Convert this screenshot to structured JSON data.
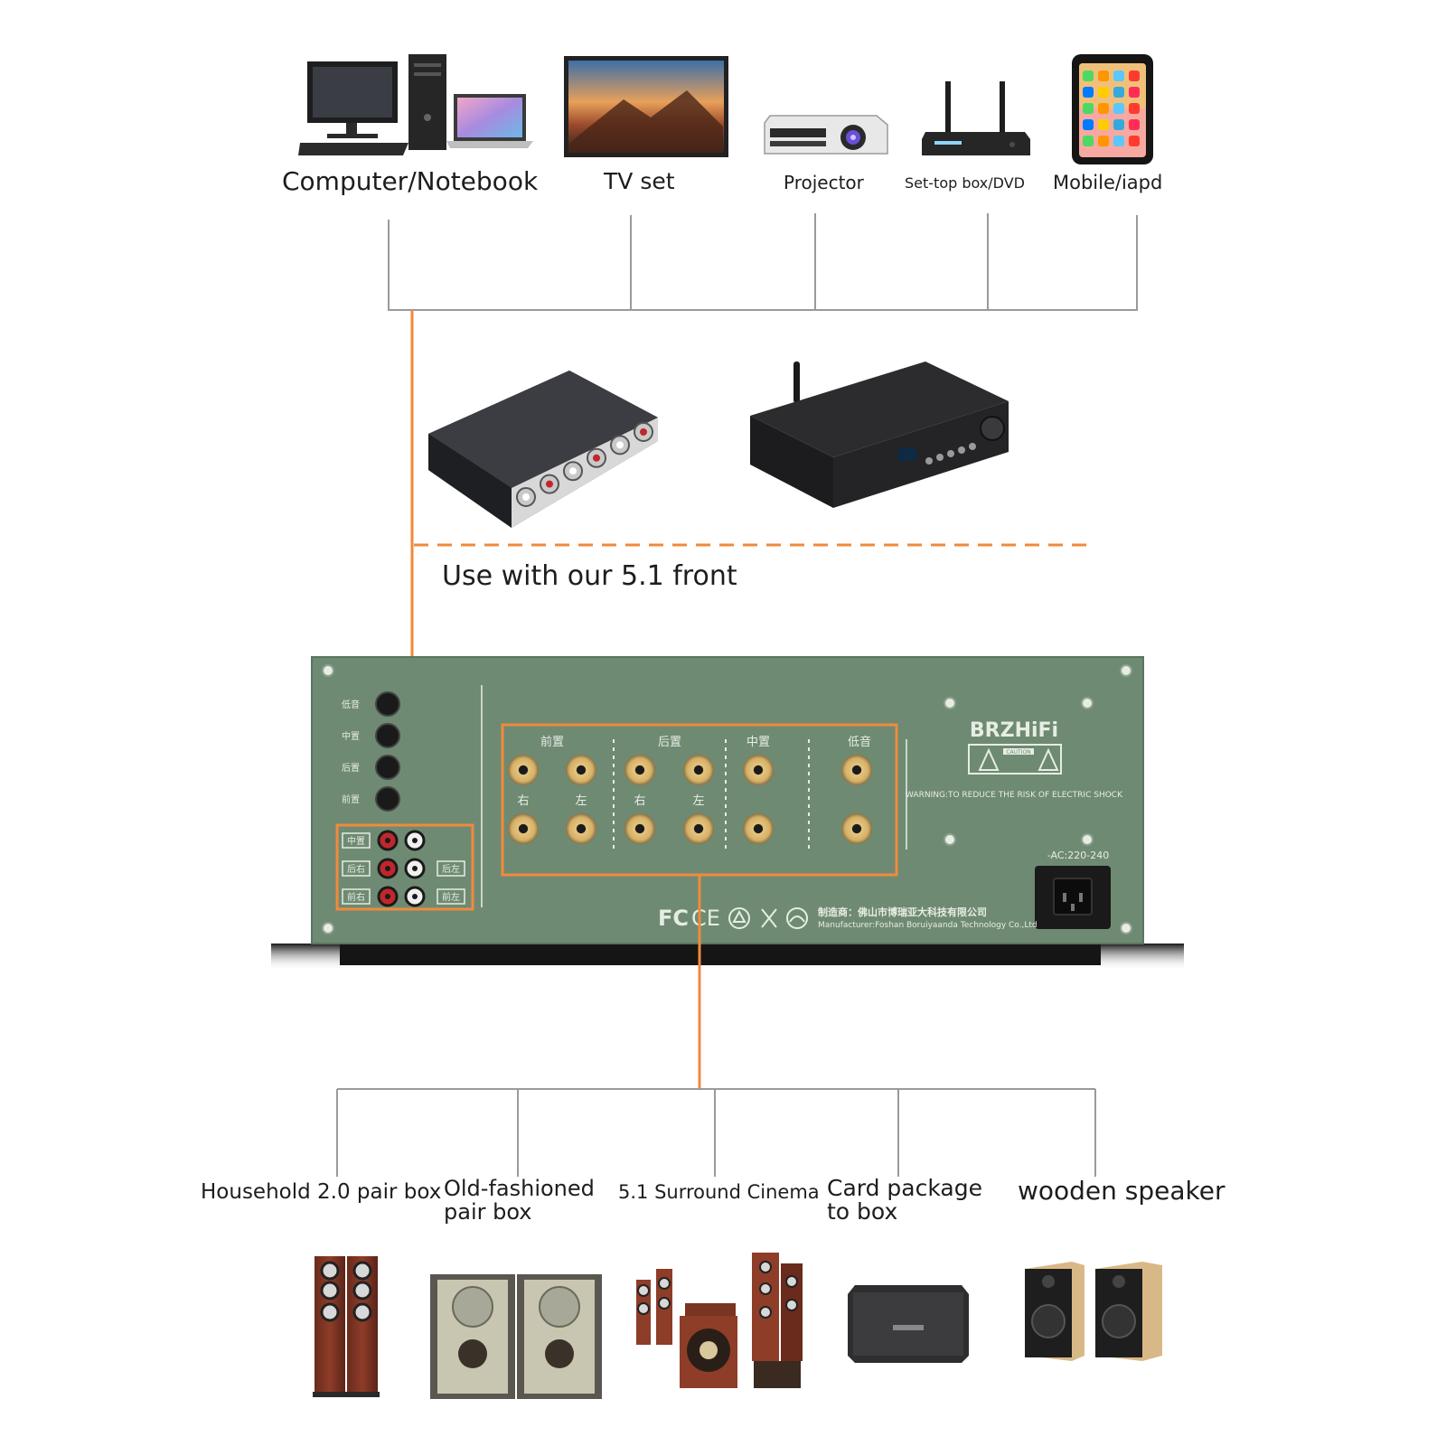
{
  "sources": [
    {
      "label": "Computer/Notebook",
      "icon": "computer-notebook-icon"
    },
    {
      "label": "TV set",
      "icon": "tv-icon"
    },
    {
      "label": "Projector",
      "icon": "projector-icon"
    },
    {
      "label": "Set-top box/DVD",
      "icon": "set-top-box-icon"
    },
    {
      "label": "Mobile/iapd",
      "icon": "mobile-phone-icon"
    }
  ],
  "front_note": "Use with our 5.1 front",
  "amplifier": {
    "brand": "BRZHiFi",
    "caution": "CAUTION",
    "warning": "WARNING:TO REDUCE THE RISK OF ELECTRIC SHOCK",
    "voltage": "-AC:220-240",
    "manufacturer_cn": "制造商：佛山市博瑞亚大科技有限公司",
    "manufacturer_en": "Manufacturer:Foshan Boruiyaanda Technology Co.,Ltd",
    "fc": "FC",
    "ce": "CE",
    "knob_labels": [
      "低音",
      "中置",
      "后置",
      "前置"
    ],
    "rca_labels_left": [
      "中置",
      "后右",
      "前右"
    ],
    "rca_labels_right": [
      "后左",
      "前左"
    ],
    "terminal_groups": [
      "前置",
      "后置",
      "中置",
      "低音"
    ],
    "terminal_sublabels": [
      "右",
      "左",
      "右",
      "左"
    ]
  },
  "destinations": [
    {
      "lines": [
        "Household 2.0 pair box"
      ],
      "icon": "floorstanding-speaker-icon"
    },
    {
      "lines": [
        "Old-fashioned",
        "pair box"
      ],
      "icon": "vintage-speaker-icon"
    },
    {
      "lines": [
        "5.1 Surround Cinema"
      ],
      "icon": "surround-speaker-set-icon"
    },
    {
      "lines": [
        "Card package",
        "to box"
      ],
      "icon": "karaoke-speaker-icon"
    },
    {
      "lines": [
        "wooden speaker"
      ],
      "icon": "bookshelf-speaker-icon"
    }
  ],
  "colors": {
    "connector": "#f08a3c",
    "tree_line": "#9a9a9a",
    "panel": "#6f8a72",
    "panel_text": "#e6ede4"
  }
}
